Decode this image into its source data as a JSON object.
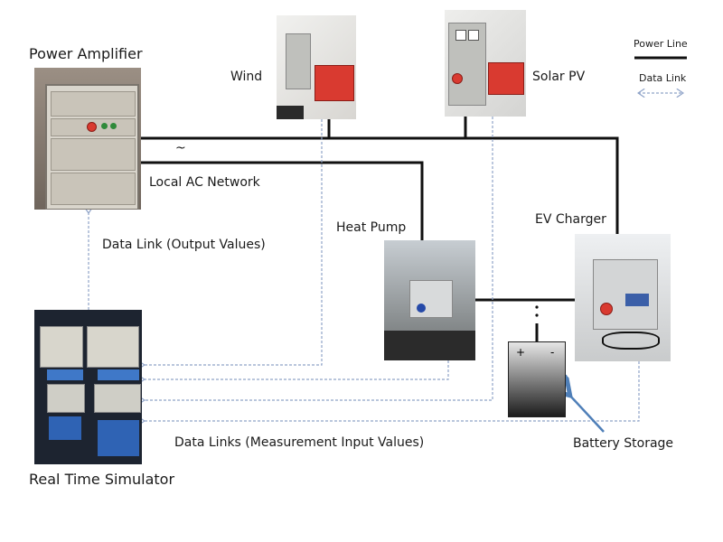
{
  "legend": {
    "power_line_label": "Power Line",
    "data_link_label": "Data Link"
  },
  "nodes": {
    "power_amplifier": "Power Amplifier",
    "wind": "Wind",
    "solar_pv": "Solar PV",
    "heat_pump": "Heat Pump",
    "ev_charger": "EV Charger",
    "battery_storage": "Battery Storage",
    "real_time_simulator": "Real Time Simulator"
  },
  "network": {
    "ac_symbol": "~",
    "local_ac_network": "Local AC Network"
  },
  "links": {
    "output_values": "Data Link (Output Values)",
    "measurement_input_values": "Data Links (Measurement  Input Values)"
  },
  "battery": {
    "plus": "+",
    "minus": "-",
    "dots": ":"
  },
  "colors": {
    "power_line": "#111111",
    "data_link": "#8fa3c8",
    "battery_arrow": "#4f7fb8"
  }
}
